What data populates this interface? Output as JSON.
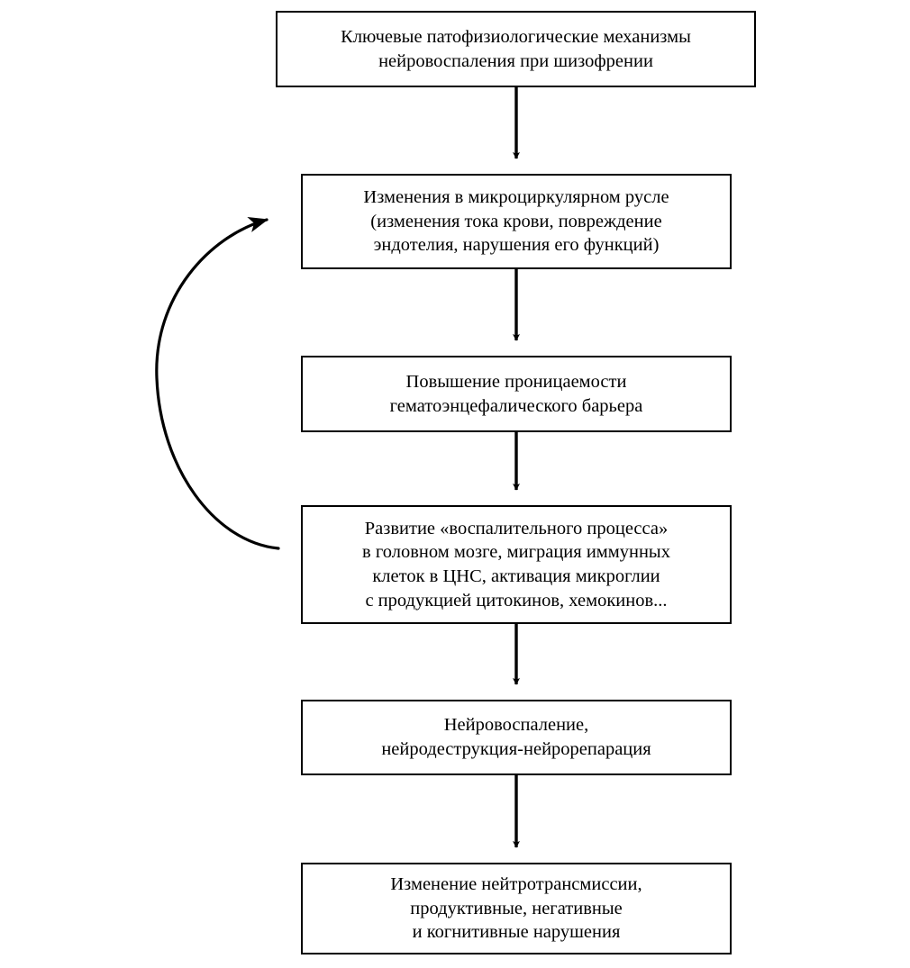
{
  "diagram": {
    "title_box": {
      "id": "header",
      "lines": [
        "Ключевые патофизиологические механизмы",
        "нейровоспаления при шизофрении"
      ]
    },
    "nodes": [
      {
        "id": "micro",
        "lines": [
          "Изменения в микроциркулярном русле",
          "(изменения тока крови, повреждение",
          "эндотелия, нарушения его функций)"
        ]
      },
      {
        "id": "bbb",
        "lines": [
          "Повышение проницаемости",
          "гематоэнцефалического барьера"
        ]
      },
      {
        "id": "inflam",
        "lines": [
          "Развитие «воспалительного процесса»",
          "в головном мозге, миграция иммунных",
          "клеток в ЦНС, активация микроглии",
          "с продукцией цитокинов, хемокинов..."
        ]
      },
      {
        "id": "neuro",
        "lines": [
          "Нейровоспаление,",
          "нейродеструкция-нейрорепарация"
        ]
      },
      {
        "id": "outcome",
        "lines": [
          "Изменение нейтротрансмиссии,",
          "продуктивные, негативные",
          "и когнитивные нарушения"
        ]
      }
    ],
    "connectors": [
      {
        "id": "header-to-micro",
        "from": "header",
        "to": "micro",
        "kind": "straight-down-arrow"
      },
      {
        "id": "micro-to-bbb",
        "from": "micro",
        "to": "bbb",
        "kind": "straight-down-arrow"
      },
      {
        "id": "bbb-to-inflam",
        "from": "bbb",
        "to": "inflam",
        "kind": "straight-down-arrow"
      },
      {
        "id": "inflam-to-neuro",
        "from": "inflam",
        "to": "neuro",
        "kind": "straight-down-arrow"
      },
      {
        "id": "neuro-to-outcome",
        "from": "neuro",
        "to": "outcome",
        "kind": "straight-down-arrow"
      },
      {
        "id": "inflam-to-micro-feedback",
        "from": "inflam",
        "to": "micro",
        "kind": "curved-feedback-arrow"
      }
    ],
    "style": {
      "line_color": "#000000",
      "box_fill": "#ffffff",
      "background": "#ffffff"
    }
  }
}
